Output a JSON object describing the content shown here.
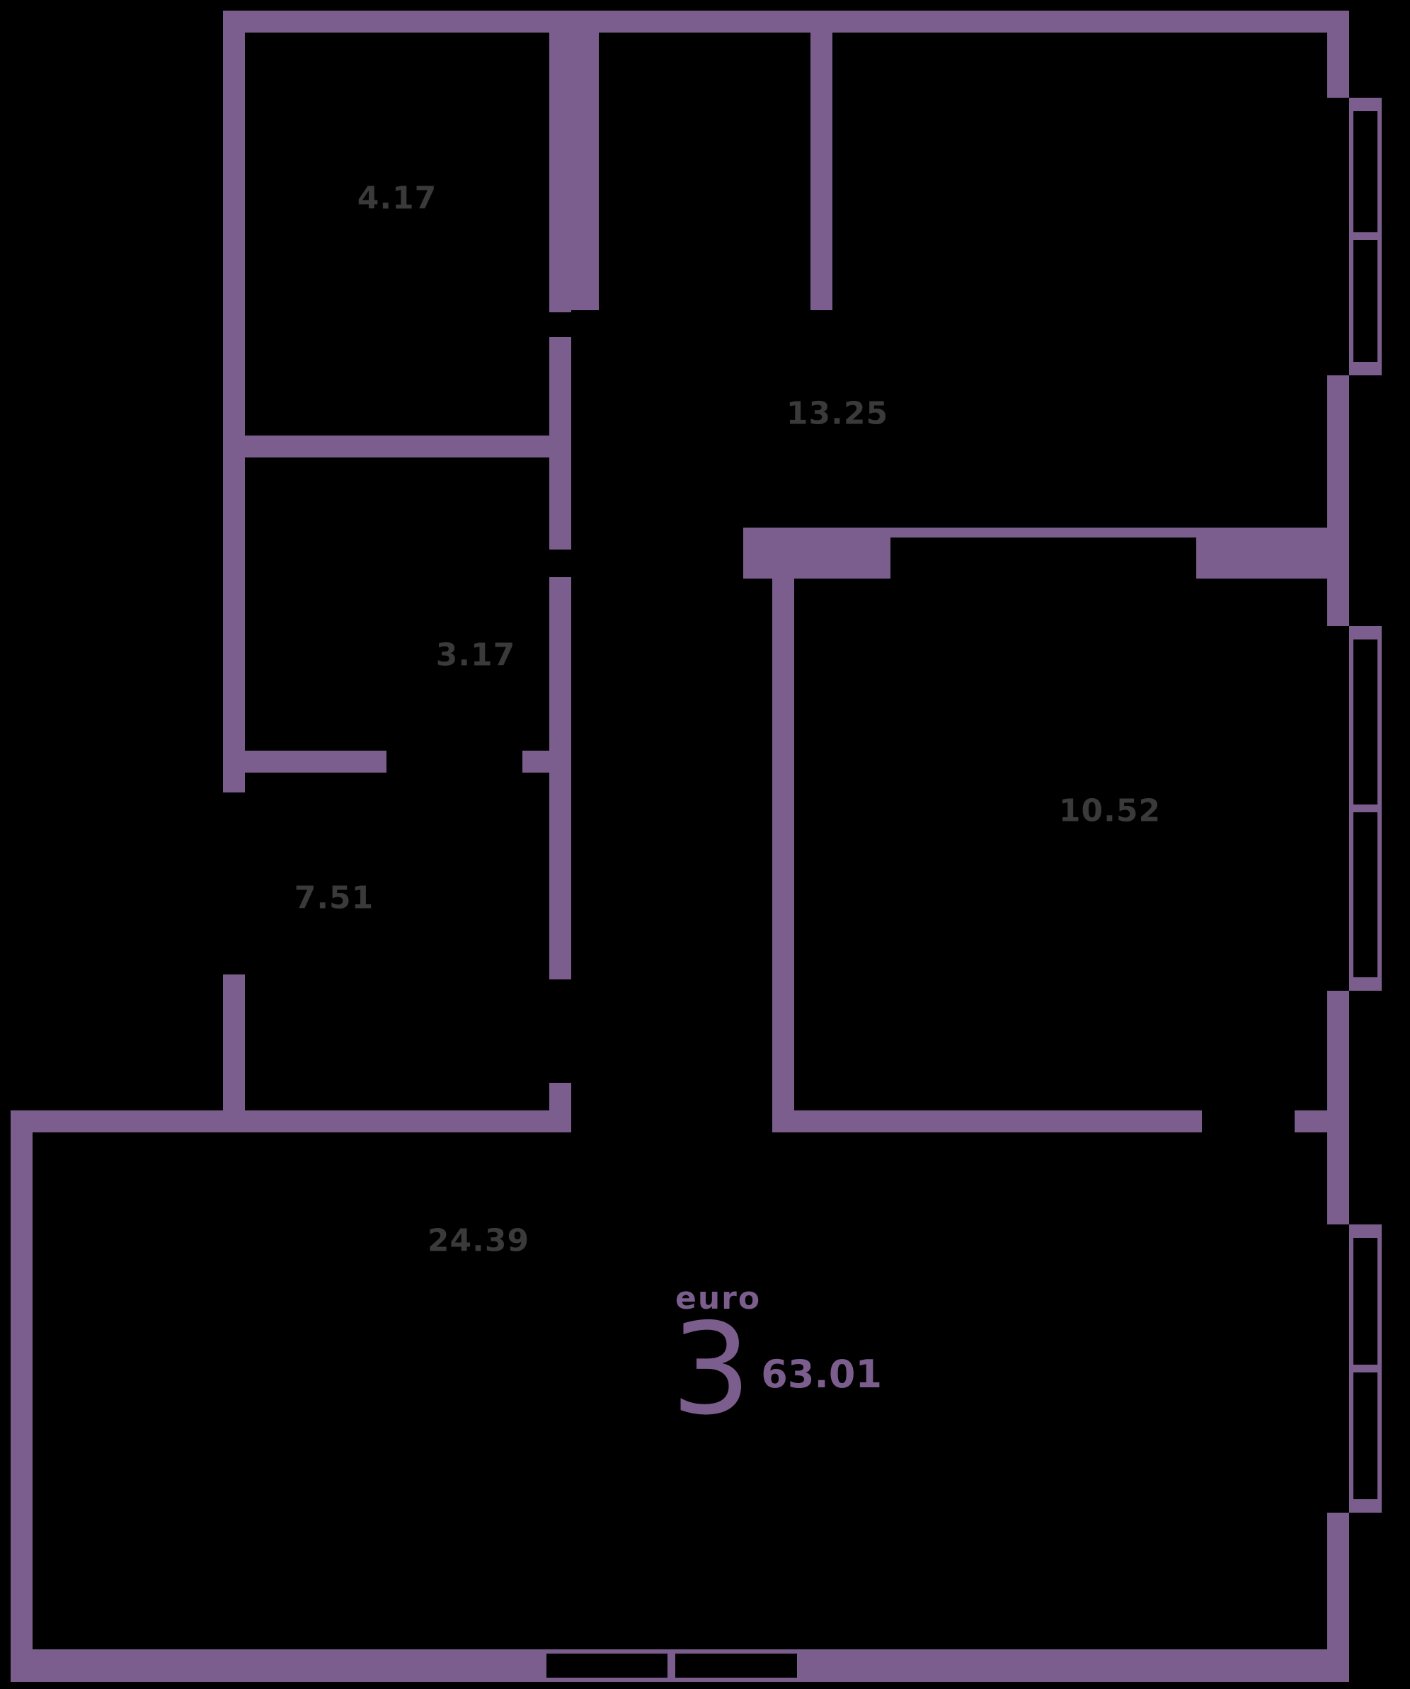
{
  "plan": {
    "type": "apartment-floor-plan",
    "badge": {
      "format_label": "euro",
      "rooms_count": "3",
      "total_area": "63.01"
    },
    "rooms": [
      {
        "area": "4.17"
      },
      {
        "area": "3.17"
      },
      {
        "area": "13.25"
      },
      {
        "area": "10.52"
      },
      {
        "area": "7.51"
      },
      {
        "area": "24.39"
      }
    ],
    "colors": {
      "wall": "#7b5e8e",
      "background": "#000000",
      "area_label": "#3a3a3a"
    }
  }
}
